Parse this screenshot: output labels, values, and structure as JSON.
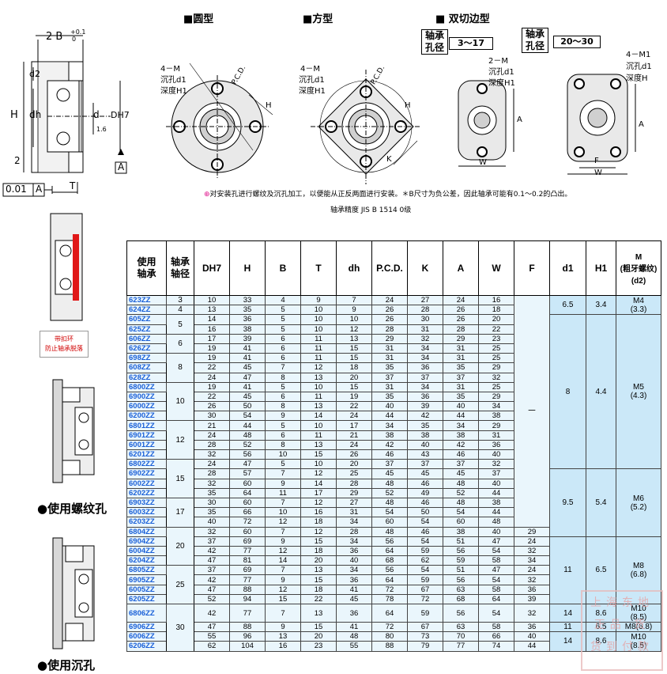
{
  "types": {
    "round": "■圆型",
    "square": "■方型",
    "double": "■ 双切边型"
  },
  "range_left": {
    "label": "轴承\n孔径",
    "value": "3〜17"
  },
  "range_right": {
    "label": "轴承\n孔径",
    "value": "20〜30"
  },
  "section": {
    "b_label": "2  B",
    "b_tol_plus": "+0.1",
    "b_tol_zero": "0",
    "H": "H",
    "dh": "dh",
    "d2": "d2",
    "d": "d",
    "dh7": "DH7",
    "val_1_6": "1.6",
    "val_2": "2",
    "A": "A",
    "T": "T",
    "tol_box_value": "0.01",
    "tol_box_ref": "A"
  },
  "round_label": {
    "m": "4－M",
    "d1": "沉孔d1",
    "h1": "深度H1",
    "pcd": "P.C.D.",
    "h": "H"
  },
  "square_label": {
    "m": "4－M",
    "d1": "沉孔d1",
    "h1": "深度H1",
    "pcd": "P.C.D.",
    "h": "H",
    "k": "K"
  },
  "dc_small_label": {
    "m": "2－M",
    "d1": "沉孔d1",
    "h1": "深度H1",
    "a": "A",
    "w": "W"
  },
  "dc_large_label": {
    "m": "4－M1",
    "d1": "沉孔d1",
    "h1": "深度H",
    "a": "A",
    "w": "W",
    "f": "F"
  },
  "notes": {
    "line1": "对安装孔进行螺纹及沉孔加工，以便能从正反两面进行安装。＊B尺寸为负公差，因此轴承可能有0.1〜0.2的凸出。",
    "line2": "轴承精度   JIS   B   1514 0级"
  },
  "side": {
    "snap_ring": "带扣环\n防止轴承脱落",
    "use_thread": "●使用螺纹孔",
    "use_counter": "●使用沉孔"
  },
  "table": {
    "headers": [
      "使用\n轴承",
      "轴承\n轴径",
      "DH7",
      "H",
      "B",
      "T",
      "dh",
      "P.C.D.",
      "K",
      "A",
      "W",
      "F",
      "d1",
      "H1",
      "M\n(粗牙螺纹)\n(d2)"
    ],
    "rows": [
      [
        "623ZZ",
        "10",
        "33",
        "4",
        "9",
        "7",
        "24",
        "27",
        "24",
        "16"
      ],
      [
        "624ZZ",
        "13",
        "35",
        "5",
        "10",
        "9",
        "26",
        "28",
        "26",
        "18"
      ],
      [
        "605ZZ",
        "14",
        "36",
        "5",
        "10",
        "10",
        "26",
        "30",
        "26",
        "20"
      ],
      [
        "625ZZ",
        "16",
        "38",
        "5",
        "10",
        "12",
        "28",
        "31",
        "28",
        "22"
      ],
      [
        "606ZZ",
        "17",
        "39",
        "6",
        "11",
        "13",
        "29",
        "32",
        "29",
        "23"
      ],
      [
        "626ZZ",
        "19",
        "41",
        "6",
        "11",
        "15",
        "31",
        "34",
        "31",
        "25"
      ],
      [
        "698ZZ",
        "19",
        "41",
        "6",
        "11",
        "15",
        "31",
        "34",
        "31",
        "25"
      ],
      [
        "608ZZ",
        "22",
        "45",
        "7",
        "12",
        "18",
        "35",
        "36",
        "35",
        "29"
      ],
      [
        "628ZZ",
        "24",
        "47",
        "8",
        "13",
        "20",
        "37",
        "37",
        "37",
        "32"
      ],
      [
        "6800ZZ",
        "19",
        "41",
        "5",
        "10",
        "15",
        "31",
        "34",
        "31",
        "25"
      ],
      [
        "6900ZZ",
        "22",
        "45",
        "6",
        "11",
        "19",
        "35",
        "36",
        "35",
        "29"
      ],
      [
        "6000ZZ",
        "26",
        "50",
        "8",
        "13",
        "22",
        "40",
        "39",
        "40",
        "34"
      ],
      [
        "6200ZZ",
        "30",
        "54",
        "9",
        "14",
        "24",
        "44",
        "42",
        "44",
        "38"
      ],
      [
        "6801ZZ",
        "21",
        "44",
        "5",
        "10",
        "17",
        "34",
        "35",
        "34",
        "29"
      ],
      [
        "6901ZZ",
        "24",
        "48",
        "6",
        "11",
        "21",
        "38",
        "38",
        "38",
        "31"
      ],
      [
        "6001ZZ",
        "28",
        "52",
        "8",
        "13",
        "24",
        "42",
        "40",
        "42",
        "36"
      ],
      [
        "6201ZZ",
        "32",
        "56",
        "10",
        "15",
        "26",
        "46",
        "43",
        "46",
        "40"
      ],
      [
        "6802ZZ",
        "24",
        "47",
        "5",
        "10",
        "20",
        "37",
        "37",
        "37",
        "32"
      ],
      [
        "6902ZZ",
        "28",
        "57",
        "7",
        "12",
        "25",
        "45",
        "45",
        "45",
        "37"
      ],
      [
        "6002ZZ",
        "32",
        "60",
        "9",
        "14",
        "28",
        "48",
        "46",
        "48",
        "40"
      ],
      [
        "6202ZZ",
        "35",
        "64",
        "11",
        "17",
        "29",
        "52",
        "49",
        "52",
        "44"
      ],
      [
        "6903ZZ",
        "30",
        "60",
        "7",
        "12",
        "27",
        "48",
        "46",
        "48",
        "38"
      ],
      [
        "6003ZZ",
        "35",
        "66",
        "10",
        "16",
        "31",
        "54",
        "50",
        "54",
        "44"
      ],
      [
        "6203ZZ",
        "40",
        "72",
        "12",
        "18",
        "34",
        "60",
        "54",
        "60",
        "48"
      ],
      [
        "6804ZZ",
        "32",
        "60",
        "7",
        "12",
        "28",
        "48",
        "46",
        "38",
        "40",
        "29"
      ],
      [
        "6904ZZ",
        "37",
        "69",
        "9",
        "15",
        "34",
        "56",
        "54",
        "51",
        "47",
        "24"
      ],
      [
        "6004ZZ",
        "42",
        "77",
        "12",
        "18",
        "36",
        "64",
        "59",
        "56",
        "54",
        "32"
      ],
      [
        "6204ZZ",
        "47",
        "81",
        "14",
        "20",
        "40",
        "68",
        "62",
        "59",
        "58",
        "34"
      ],
      [
        "6805ZZ",
        "37",
        "69",
        "7",
        "13",
        "34",
        "56",
        "54",
        "51",
        "47",
        "24"
      ],
      [
        "6905ZZ",
        "42",
        "77",
        "9",
        "15",
        "36",
        "64",
        "59",
        "56",
        "54",
        "32"
      ],
      [
        "6005ZZ",
        "47",
        "88",
        "12",
        "18",
        "41",
        "72",
        "67",
        "63",
        "58",
        "36"
      ],
      [
        "6205ZZ",
        "52",
        "94",
        "15",
        "22",
        "45",
        "78",
        "72",
        "68",
        "64",
        "39"
      ],
      [
        "6806ZZ",
        "42",
        "77",
        "7",
        "13",
        "36",
        "64",
        "59",
        "56",
        "54",
        "32"
      ],
      [
        "6906ZZ",
        "47",
        "88",
        "9",
        "15",
        "41",
        "72",
        "67",
        "63",
        "58",
        "36"
      ],
      [
        "6006ZZ",
        "55",
        "96",
        "13",
        "20",
        "48",
        "80",
        "73",
        "70",
        "66",
        "40"
      ],
      [
        "6206ZZ",
        "62",
        "104",
        "16",
        "23",
        "55",
        "88",
        "79",
        "77",
        "74",
        "44"
      ]
    ],
    "shaft_groups": [
      {
        "val": "3",
        "span": 1
      },
      {
        "val": "4",
        "span": 1
      },
      {
        "val": "5",
        "span": 2
      },
      {
        "val": "6",
        "span": 2
      },
      {
        "val": "8",
        "span": 3
      },
      {
        "val": "10",
        "span": 4
      },
      {
        "val": "12",
        "span": 4
      },
      {
        "val": "15",
        "span": 4
      },
      {
        "val": "17",
        "span": 3
      },
      {
        "val": "20",
        "span": 4
      },
      {
        "val": "25",
        "span": 4
      },
      {
        "val": "30",
        "span": 4
      }
    ],
    "f_dash": "－",
    "blocks": [
      {
        "d1": "6.5",
        "h1": "3.4",
        "m": "M4\n(3.3)",
        "span": 2
      },
      {
        "d1": "8",
        "h1": "4.4",
        "m": "M5\n(4.3)",
        "span": 16
      },
      {
        "d1": "9.5",
        "h1": "5.4",
        "m": "M6\n(5.2)",
        "span": 7
      },
      {
        "d1": "11",
        "h1": "6.5",
        "m": "M8\n(6.8)",
        "span": 7
      },
      {
        "d1": "14",
        "h1": "8.6",
        "m": "M10\n(8.5)",
        "span": 1
      },
      {
        "d1": "11",
        "h1": "6.5",
        "m": "M8(6.8)",
        "span": 1
      },
      {
        "d1": "14",
        "h1": "8.6",
        "m": "M10\n(8.5)",
        "span": 2
      }
    ]
  },
  "watermark": "上海东地\n正品 货\n货到付款"
}
